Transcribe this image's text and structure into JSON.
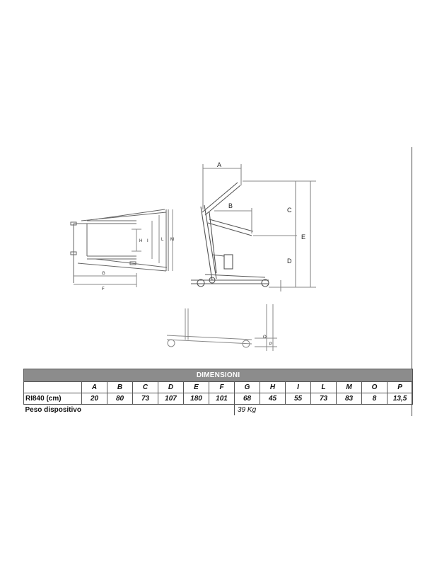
{
  "drawing": {
    "side_labels": [
      "A",
      "B",
      "C",
      "D",
      "E"
    ],
    "top_labels": [
      "H",
      "I",
      "L",
      "M",
      "G",
      "F"
    ],
    "base_labels": [
      "O",
      "P"
    ]
  },
  "table": {
    "title": "DIMENSIONI",
    "columns": [
      "A",
      "B",
      "C",
      "D",
      "E",
      "F",
      "G",
      "H",
      "I",
      "L",
      "M",
      "O",
      "P"
    ],
    "row_label": "RI840 (cm)",
    "values": [
      "20",
      "80",
      "73",
      "107",
      "180",
      "101",
      "68",
      "45",
      "55",
      "73",
      "83",
      "8",
      "13,5"
    ],
    "weight_label": "Peso dispositivo",
    "weight_value": "39 Kg"
  }
}
